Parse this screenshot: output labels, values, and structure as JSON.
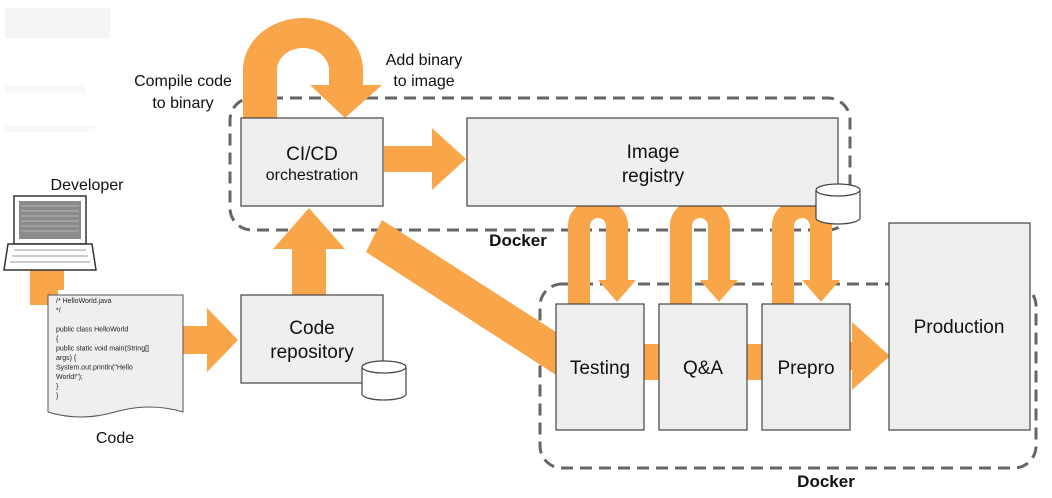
{
  "nodes": {
    "cicd": {
      "line1": "CI/CD",
      "line2": "orchestration"
    },
    "registry": {
      "line1": "Image",
      "line2": "registry"
    },
    "code_repo": {
      "line1": "Code",
      "line2": "repository"
    },
    "testing": "Testing",
    "qa": "Q&A",
    "prepro": "Prepro",
    "production": "Production"
  },
  "labels": {
    "compile": {
      "line1": "Compile code",
      "line2": "to binary"
    },
    "add_binary": {
      "line1": "Add binary",
      "line2": "to image"
    },
    "developer": "Developer",
    "code": "Code",
    "docker_top": "Docker",
    "docker_bottom": "Docker"
  },
  "code_snippet": [
    "/* HelloWorld.java",
    " */",
    "",
    "public class HelloWorld",
    "{",
    "  public static void main(String[]",
    "args) {",
    "    System.out.println(\"Hello",
    "World!\");",
    "  }",
    "}"
  ],
  "colors": {
    "arrow": "#f9a54a",
    "box_fill": "#efefef",
    "box_stroke": "#444444",
    "dash_stroke": "#666666"
  }
}
